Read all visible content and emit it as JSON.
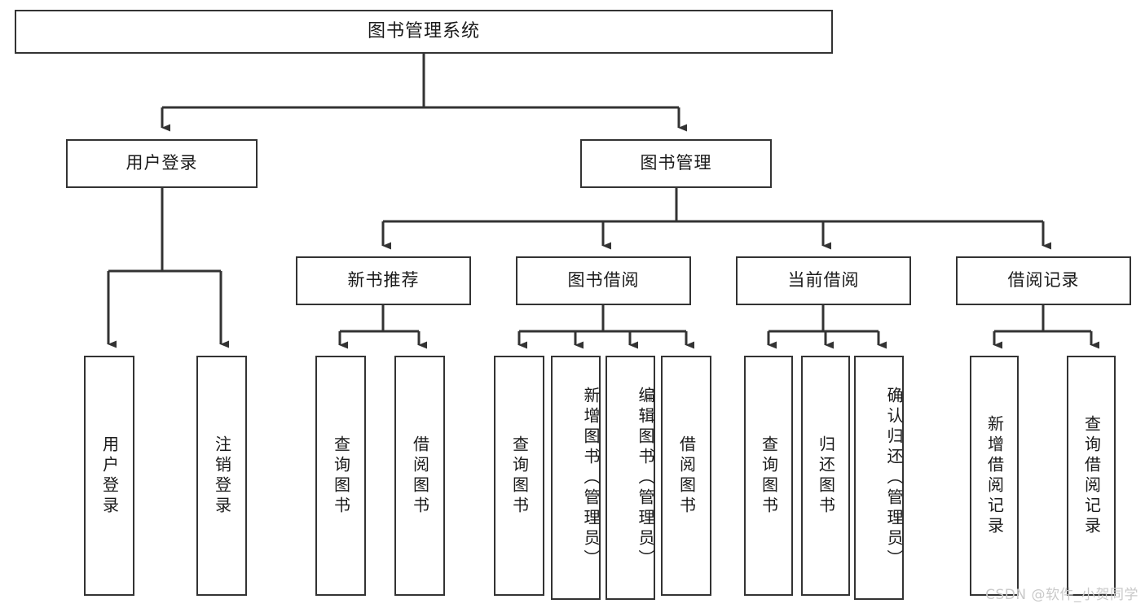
{
  "diagram": {
    "title": "图书管理系统",
    "type": "tree",
    "style": {
      "box_border_color": "#333333",
      "box_fill_color": "#ffffff",
      "connector_color": "#333333",
      "text_color": "#1a1a1a",
      "background_color": "#ffffff",
      "watermark_color": "#c9c9c9"
    },
    "nodes": {
      "root": {
        "label": "图书管理系统",
        "level": 1
      },
      "l2": [
        {
          "id": "user-login",
          "label": "用户登录",
          "level": 2
        },
        {
          "id": "book-manage",
          "label": "图书管理",
          "level": 2
        }
      ],
      "l3": [
        {
          "id": "new-book-recommend",
          "label": "新书推荐",
          "level": 3
        },
        {
          "id": "book-borrow",
          "label": "图书借阅",
          "level": 3
        },
        {
          "id": "current-borrow",
          "label": "当前借阅",
          "level": 3
        },
        {
          "id": "borrow-record",
          "label": "借阅记录",
          "level": 3
        }
      ],
      "leaves": [
        {
          "id": "leaf-user-login",
          "label": "用户登录",
          "parent": "user-login",
          "long": false
        },
        {
          "id": "leaf-logout",
          "label": "注销登录",
          "parent": "user-login",
          "long": false
        },
        {
          "id": "leaf-query-book-1",
          "label": "查询图书",
          "parent": "new-book-recommend",
          "long": false
        },
        {
          "id": "leaf-borrow-book-1",
          "label": "借阅图书",
          "parent": "new-book-recommend",
          "long": false
        },
        {
          "id": "leaf-query-book-2",
          "label": "查询图书",
          "parent": "book-borrow",
          "long": false
        },
        {
          "id": "leaf-add-book",
          "label": "新增图书（管理员）",
          "parent": "book-borrow",
          "long": true
        },
        {
          "id": "leaf-edit-book",
          "label": "编辑图书（管理员）",
          "parent": "book-borrow",
          "long": true
        },
        {
          "id": "leaf-borrow-book-2",
          "label": "借阅图书",
          "parent": "book-borrow",
          "long": false
        },
        {
          "id": "leaf-query-book-3",
          "label": "查询图书",
          "parent": "current-borrow",
          "long": false
        },
        {
          "id": "leaf-return-book",
          "label": "归还图书",
          "parent": "current-borrow",
          "long": false
        },
        {
          "id": "leaf-confirm-return",
          "label": "确认归还（管理员）",
          "parent": "current-borrow",
          "long": true
        },
        {
          "id": "leaf-add-record",
          "label": "新增借阅记录",
          "parent": "borrow-record",
          "long": false
        },
        {
          "id": "leaf-query-record",
          "label": "查询借阅记录",
          "parent": "borrow-record",
          "long": false
        }
      ]
    },
    "watermark": "CSDN @软件_小贺同学"
  }
}
